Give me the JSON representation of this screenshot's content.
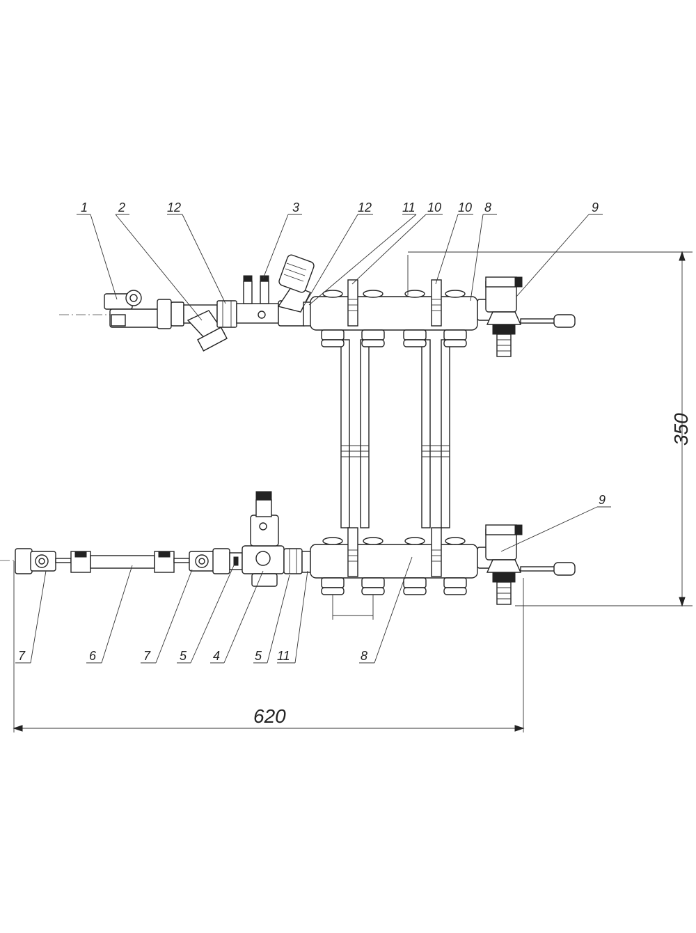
{
  "callouts": {
    "top": [
      "1",
      "2",
      "12",
      "3",
      "12",
      "11",
      "10",
      "10",
      "8",
      "9"
    ],
    "right_mid": "9",
    "bottom": [
      "7",
      "6",
      "7",
      "5",
      "4",
      "5",
      "11",
      "8"
    ]
  },
  "dimensions": {
    "height": "350",
    "width": "620"
  }
}
